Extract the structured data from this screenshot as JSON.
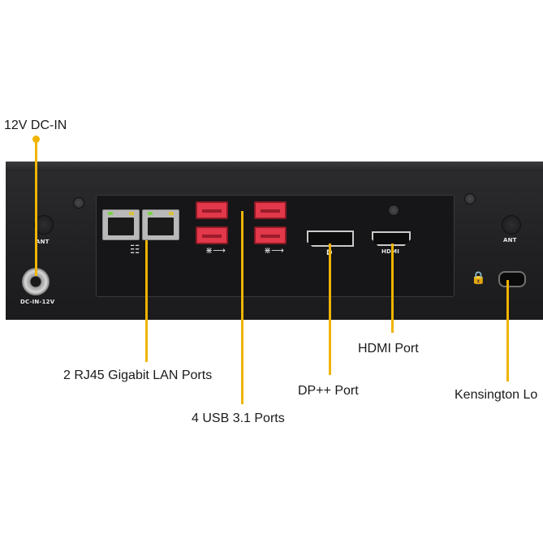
{
  "callouts": {
    "dc_in": "12V DC-IN",
    "lan": "2 RJ45 Gigabit LAN Ports",
    "usb": "4 USB 3.1 Ports",
    "hdmi": "HDMI Port",
    "dp": "DP++ Port",
    "kensington": "Kensington Lo"
  },
  "silkscreen": {
    "ant_left": "ANT",
    "ant_right": "ANT",
    "dc": "DC-IN-12V",
    "dp": "D",
    "hdmi": "HDMI"
  },
  "colors": {
    "leader": "#f0b400",
    "chassis": "#222224",
    "usb": "#e2384a"
  },
  "icons": [
    "usb-icon",
    "lan-icon",
    "lock-icon"
  ]
}
